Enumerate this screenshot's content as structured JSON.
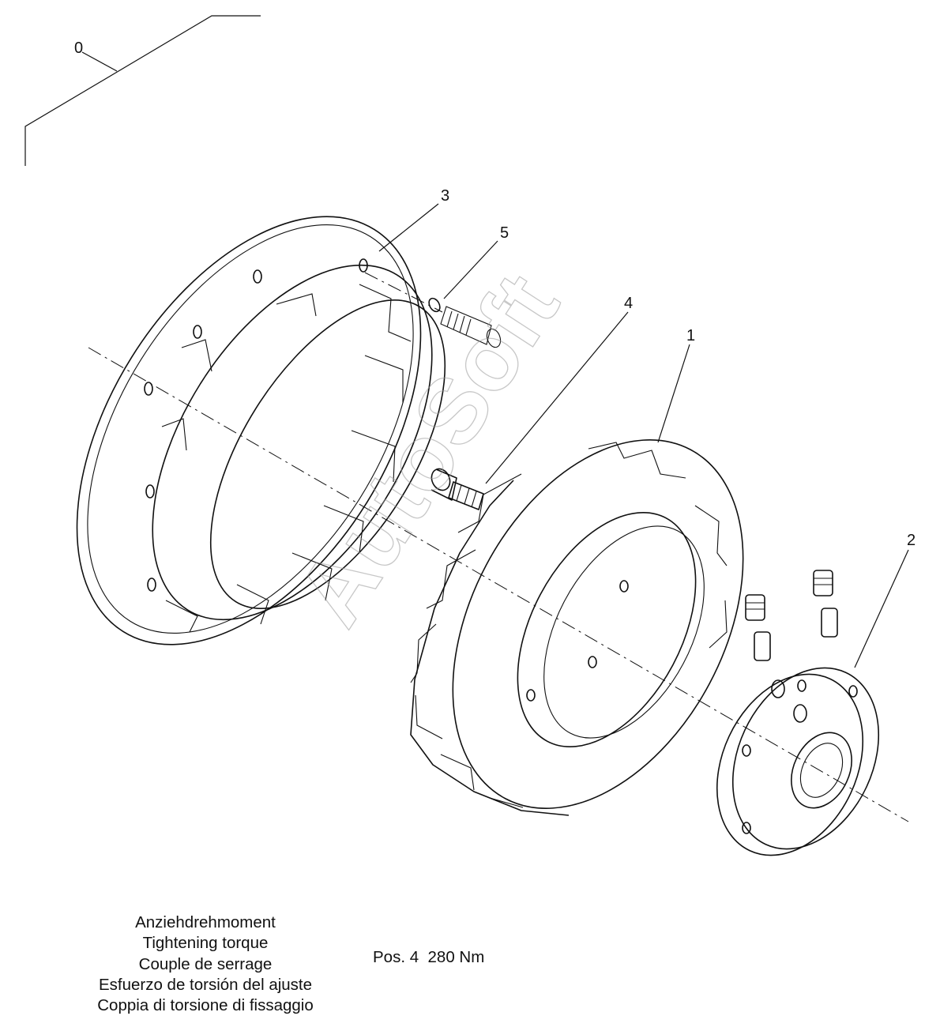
{
  "diagram": {
    "callouts": [
      "0",
      "3",
      "5",
      "4",
      "1",
      "2"
    ],
    "watermark": "AutoSoft"
  },
  "torque": {
    "labels": [
      "Anziehdrehmoment",
      "Tightening torque",
      "Couple de serrage",
      "Esfuerzo de torsión del ajuste",
      "Coppia di torsione di fissaggio"
    ],
    "position_label": "Pos. 4",
    "value": "280 Nm"
  },
  "colors": {
    "ink": "#111111",
    "watermark": "#9a9a9a"
  }
}
